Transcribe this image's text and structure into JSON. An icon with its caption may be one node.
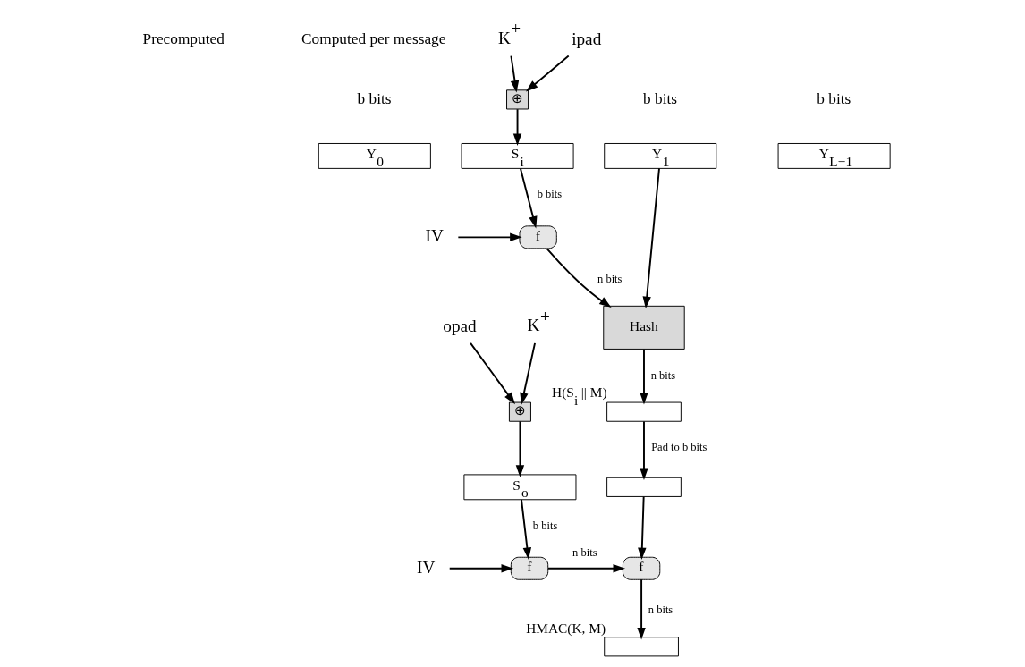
{
  "diagram": {
    "nodes": [
      {
        "text": [
          "K$^{+}$"
        ]
      },
      {
        "text": [
          "ipad"
        ]
      },
      {
        "text": [
          "⊕"
        ]
      },
      {
        "text": [
          "S$_{i}$"
        ]
      },
      {
        "text": [
          "IV"
        ]
      },
      {
        "text": [
          "f"
        ]
      },
      {
        "text": [
          "K$^{+}$"
        ]
      },
      {
        "text": [
          "opad"
        ]
      },
      {
        "text": [
          "⊕"
        ]
      },
      {
        "text": [
          "S$_{o}$"
        ]
      },
      {
        "text": [
          "IV"
        ]
      },
      {
        "text": [
          "f"
        ]
      },
      {
        "text": [
          "Y$_{0}$"
        ]
      },
      {
        "text": [
          "Y$_{1}$"
        ]
      },
      {
        "text": [
          "Y$_{L−1}$"
        ]
      },
      {
        "text": [
          "Hash"
        ]
      },
      {
        "text": [],
        "shape": "box",
        "beside": [
          "H(S$_{i}$ || M)"
        ]
      },
      {
        "text": [],
        "shape": "box"
      },
      {
        "text": [
          "f"
        ]
      },
      {
        "text": [],
        "shape": "box",
        "beside": [
          "HMAC(K, M)"
        ]
      }
    ],
    "edges": [
      {
        "from": 0,
        "to": 2,
        "arrow": "to"
      },
      {
        "from": 1,
        "to": 2,
        "arrow": "to"
      },
      {
        "from": 2,
        "to": 3,
        "arrow": "to"
      },
      {
        "from": 3,
        "to": 5,
        "arrow": "to",
        "label": "b bits"
      },
      {
        "from": 4,
        "to": 5,
        "arrow": "to"
      },
      {
        "from": 5,
        "to": 15,
        "arrow": "to",
        "label": "n bits"
      },
      {
        "from": 13,
        "to": 15,
        "arrow": "to"
      },
      {
        "from": 15,
        "to": 16,
        "arrow": "to",
        "label": "n bits"
      },
      {
        "from": 16,
        "to": 17,
        "arrow": "to",
        "label": "Pad to b bits"
      },
      {
        "from": 6,
        "to": 8,
        "arrow": "to"
      },
      {
        "from": 7,
        "to": 8,
        "arrow": "to"
      },
      {
        "from": 8,
        "to": 9,
        "arrow": "to"
      },
      {
        "from": 9,
        "to": 11,
        "arrow": "to",
        "label": "b bits"
      },
      {
        "from": 10,
        "to": 11,
        "arrow": "to"
      },
      {
        "from": 11,
        "to": 18,
        "arrow": "to",
        "label": "n bits"
      },
      {
        "from": 17,
        "to": 18,
        "arrow": "to"
      },
      {
        "from": 18,
        "to": 19,
        "arrow": "to",
        "label": "n bits"
      }
    ],
    "labels": [
      "Precomputed",
      "Computed per message",
      "b bits",
      "b bits",
      "b bits"
    ]
  }
}
